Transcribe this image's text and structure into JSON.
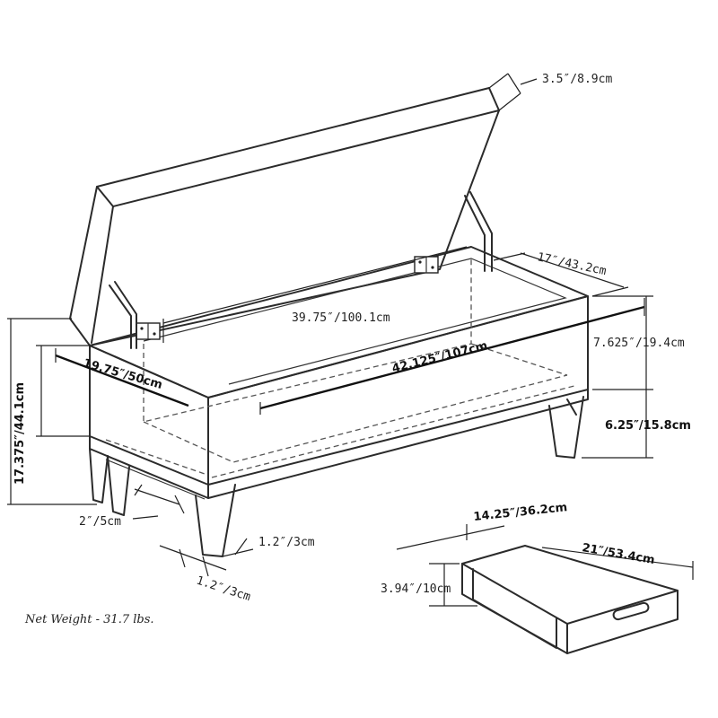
{
  "dimensions": {
    "lid_thickness": "3.5″/8.9cm",
    "depth": "17″/43.2cm",
    "inner_width": "39.75″/100.1cm",
    "overall_width": "42.125″/107cm",
    "overall_depth": "19.75″/50cm",
    "height": "17.375″/44.1cm",
    "box_height": "7.625″/19.4cm",
    "leg_height": "6.25″/15.8cm",
    "leg_gap": "2″/5cm",
    "leg_width": "1.2″/3cm",
    "leg_depth": "1.2″/3cm",
    "tray_width": "14.25″/36.2cm",
    "tray_depth": "21″/53.4cm",
    "tray_height": "3.94″/10cm"
  },
  "net_weight": "Net Weight - 31.7 lbs.",
  "icons": {
    "hinge": "hinge-icon",
    "tray_handle": "handle-slot-icon"
  }
}
